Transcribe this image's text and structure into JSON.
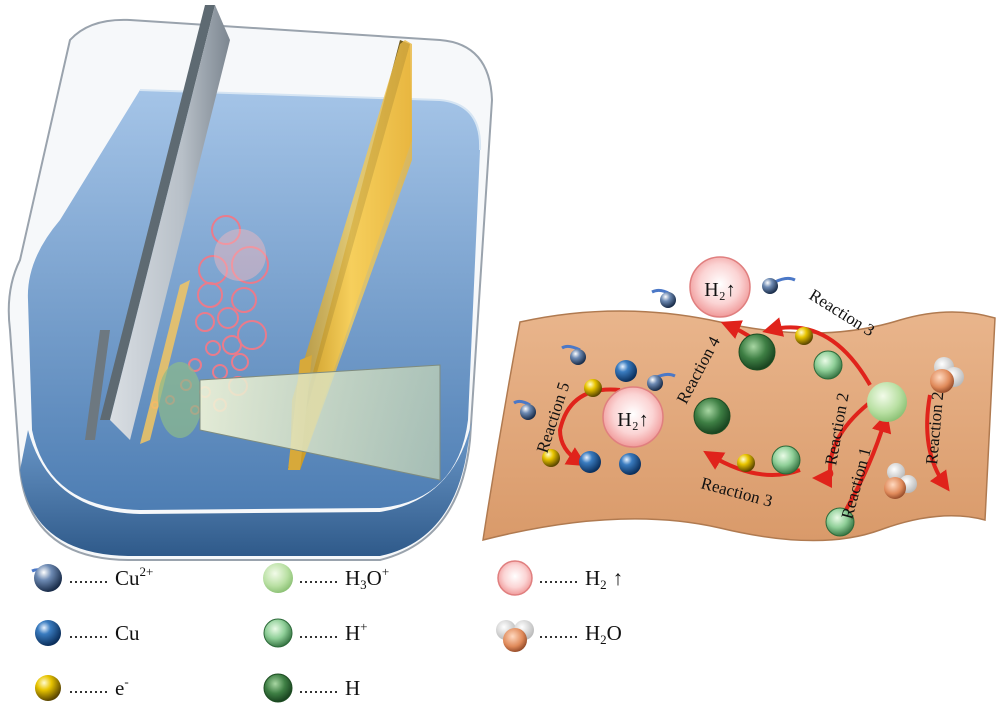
{
  "diagram": {
    "reactions": {
      "r1": "Reaction 1",
      "r2a": "Reaction 2",
      "r2b": "Reaction 2",
      "r3a": "Reaction 3",
      "r3b": "Reaction 3",
      "r4": "Reaction 4",
      "r5": "Reaction 5"
    },
    "bubble_label": "H₂↑"
  },
  "legend": {
    "cu2": "Cu",
    "cu2_sup": "2+",
    "cu": "Cu",
    "e": "e",
    "e_sup": "-",
    "h3o": "H",
    "h3o_sub": "3",
    "h3o_o": "O",
    "h3o_sup": "+",
    "hplus": "H",
    "hplus_sup": "+",
    "h": "H",
    "h2": "H",
    "h2_sub": "2",
    "h2_arrow": "↑",
    "h2o": "H",
    "h2o_sub": "2",
    "h2o_o": "O"
  },
  "colors": {
    "tank_water": "#5f90c4",
    "plate_gold": "#e7b73c",
    "plate_grey": "#9aa4ad",
    "surface": "#e2a578",
    "arrow": "#e0231b",
    "cu": "#1f5fa0",
    "electron": "#e6c200",
    "hplus": "#8fd19a",
    "h_atom": "#3d7d44",
    "h3o": "#a8d88f",
    "h2_bubble": "#f4a7a7",
    "h2o_o": "#e08a5a"
  }
}
